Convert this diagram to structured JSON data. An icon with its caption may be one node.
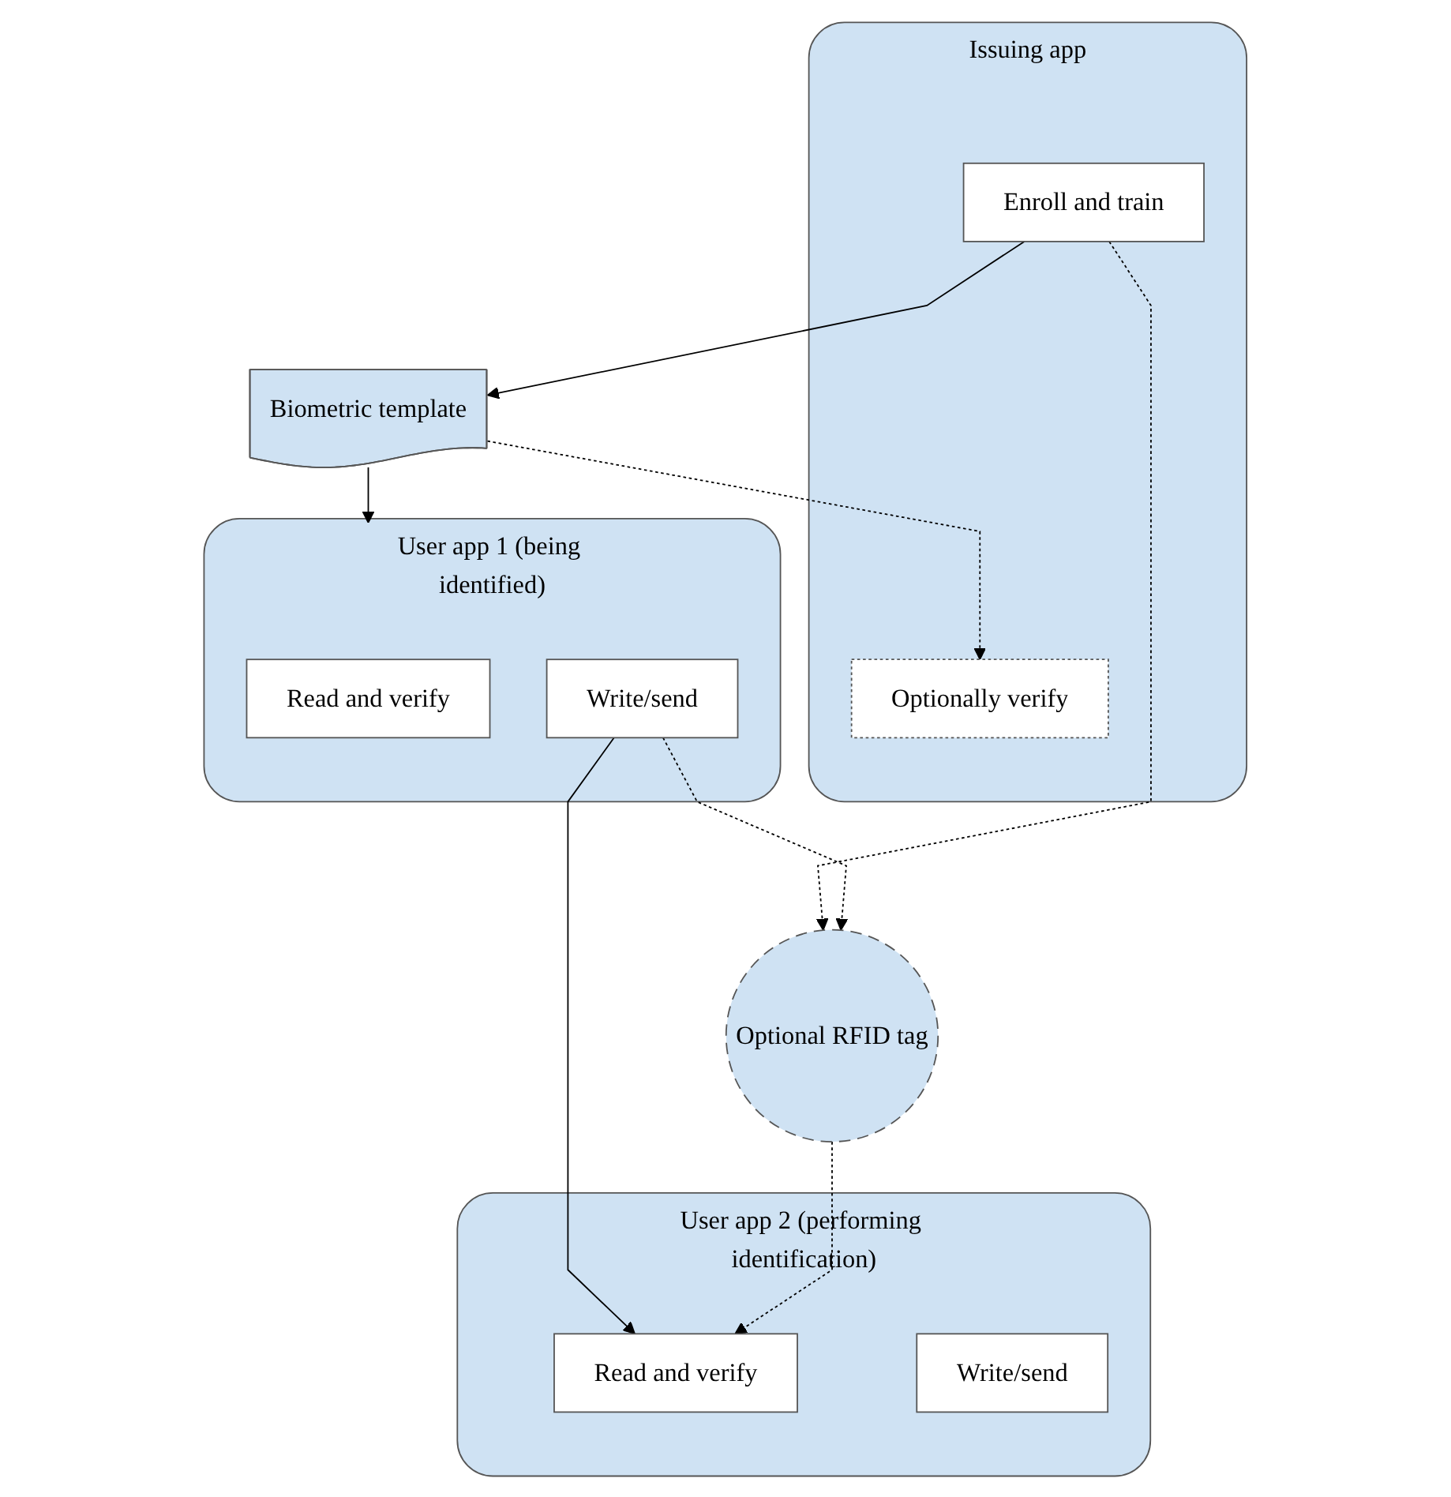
{
  "diagram": {
    "nodes": [
      {
        "text": [
          "Biometric template"
        ]
      },
      {
        "text": [
          "Issuing app"
        ]
      },
      {
        "text": [
          "Enroll and train"
        ],
        "in": 1
      },
      {
        "text": [
          "Optionally verify"
        ],
        "in": 1
      },
      {
        "text": [
          "User app 1 (being identified)"
        ]
      },
      {
        "text": [
          "Read and verify"
        ],
        "in": 4
      },
      {
        "text": [
          "Write/send"
        ],
        "in": 4
      },
      {
        "text": [
          "Optional RFID tag"
        ]
      },
      {
        "text": [
          "User app 2 (performing identification)"
        ]
      },
      {
        "text": [
          "Read and verify"
        ],
        "in": 8
      },
      {
        "text": [
          "Write/send"
        ],
        "in": 8
      }
    ],
    "edges": [
      {
        "from": 2,
        "to": 0,
        "arrow": "to"
      },
      {
        "from": 0,
        "to": 3,
        "arrow": "to",
        "style": "dashed"
      },
      {
        "from": 0,
        "to": 4,
        "arrow": "to"
      },
      {
        "from": 2,
        "to": 7,
        "arrow": "to",
        "style": "dashed"
      },
      {
        "from": 6,
        "to": 7,
        "arrow": "to",
        "style": "dashed"
      },
      {
        "from": 6,
        "to": 9,
        "arrow": "to"
      },
      {
        "from": 7,
        "to": 9,
        "arrow": "to",
        "style": "dashed"
      }
    ]
  }
}
